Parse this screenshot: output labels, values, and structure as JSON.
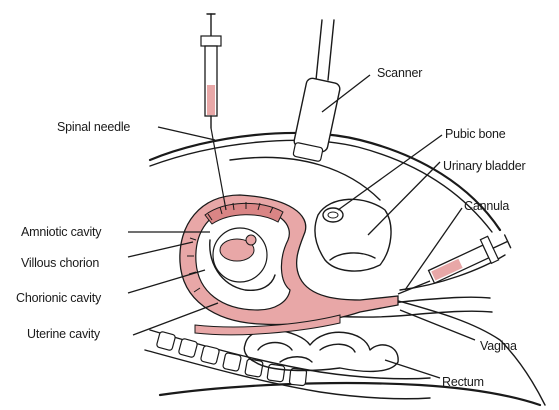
{
  "labels": {
    "scanner": "Scanner",
    "spinal_needle": "Spinal needle",
    "pubic_bone": "Pubic bone",
    "urinary_bladder": "Urinary bladder",
    "cannula": "Cannula",
    "amniotic_cavity": "Amniotic cavity",
    "villous_chorion": "Villous chorion",
    "chorionic_cavity": "Chorionic cavity",
    "uterine_cavity": "Uterine cavity",
    "vagina": "Vagina",
    "rectum": "Rectum"
  },
  "colors": {
    "tissue": "#e8a7a7",
    "tissue_dark": "#d98585",
    "ink": "#1a1a1a",
    "background": "#ffffff"
  }
}
